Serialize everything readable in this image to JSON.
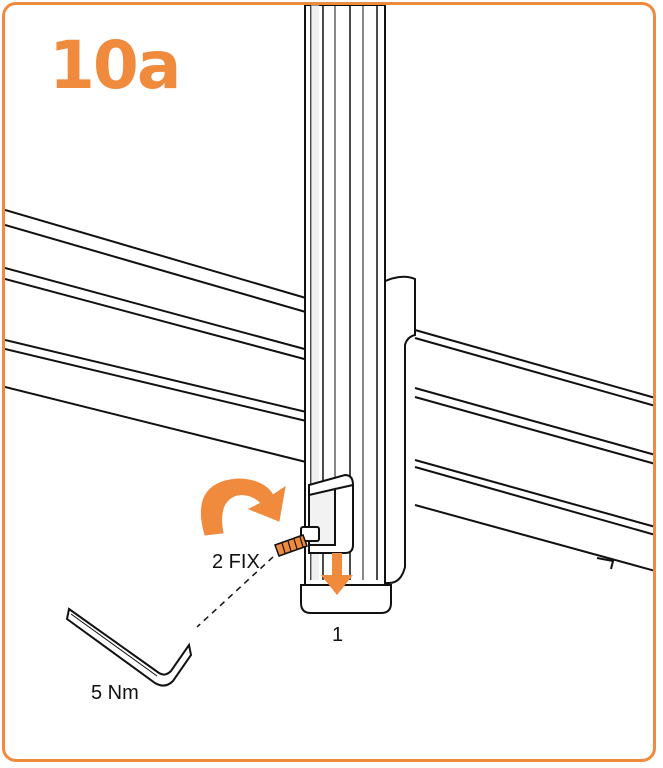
{
  "step": {
    "label": "10a"
  },
  "annotations": {
    "fix_label": "2 FIX",
    "step_one_label": "1",
    "torque_label": "5 Nm"
  },
  "colors": {
    "accent": "#f08a3c",
    "line": "#111111",
    "shadow": "#cfcfcf"
  },
  "icons": [
    "rotate-arrow-icon",
    "down-arrow-icon",
    "hex-key-icon",
    "bolt-icon"
  ]
}
